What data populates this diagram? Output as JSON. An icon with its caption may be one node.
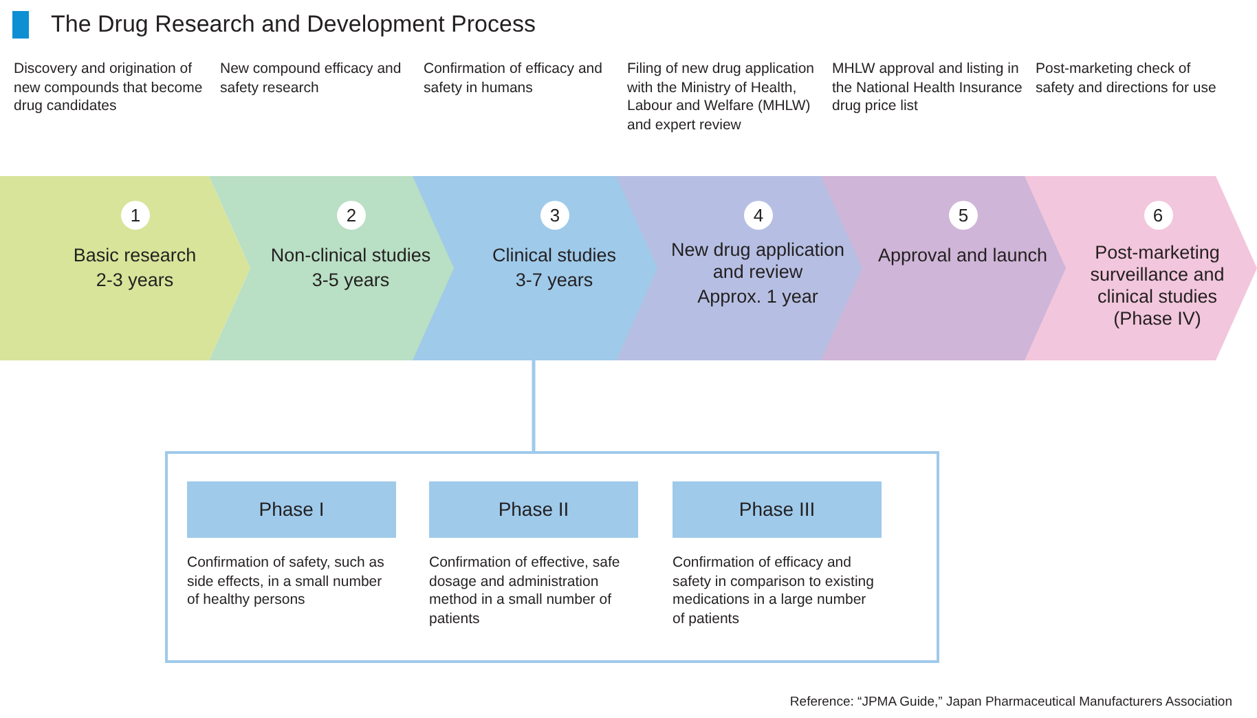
{
  "diagram": {
    "title": "The Drug Research and Development Process",
    "nodes": [
      {
        "text": [
          "1",
          "Basic research",
          "2-3 years"
        ]
      },
      {
        "text": [
          "2",
          "Non-clinical studies",
          "3-5 years"
        ]
      },
      {
        "text": [
          "3",
          "Clinical studies",
          "3-7 years"
        ]
      },
      {
        "text": [
          "4",
          "New drug application and review",
          "Approx. 1 year"
        ]
      },
      {
        "text": [
          "5",
          "Approval and launch"
        ]
      },
      {
        "text": [
          "6",
          "Post-marketing surveillance and clinical studies (Phase IV)"
        ]
      },
      {
        "text": [],
        "shape": "box"
      },
      {
        "text": [
          "Phase I",
          "Confirmation of safety, such as side effects, in a small number of healthy persons"
        ],
        "in": 6
      },
      {
        "text": [
          "Phase II",
          "Confirmation of effective, safe dosage and administration method in a small number of patients"
        ],
        "in": 6
      },
      {
        "text": [
          "Phase III",
          "Confirmation of efficacy and safety in comparison to existing medications in a large number of patients"
        ],
        "in": 6
      }
    ],
    "edges": [
      {
        "from": 2,
        "to": 6,
        "arrow": "none"
      }
    ],
    "labels": [
      "Discovery and origination of new compounds that become drug candidates",
      "New compound efficacy and safety research",
      "Confirmation of efficacy and safety in humans",
      "Filing of new drug application with the Ministry of Health, Labour and Welfare (MHLW) and expert review",
      "MHLW approval and listing in the National Health Insurance drug price list",
      "Post-marketing check of safety and directions for use",
      "Reference: “JPMA Guide,” Japan Pharmaceutical Manufacturers Association"
    ]
  }
}
